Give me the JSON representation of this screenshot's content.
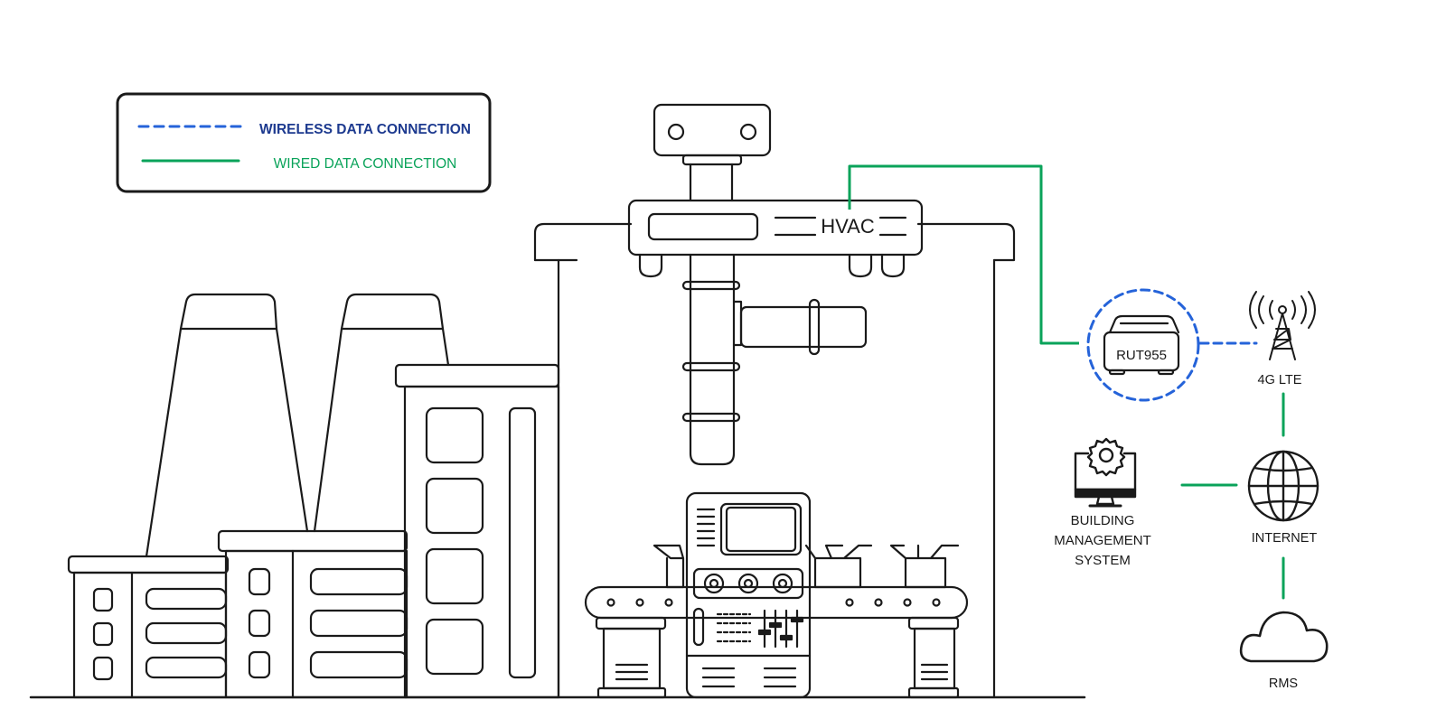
{
  "legend": {
    "wireless_label": "WIRELESS DATA CONNECTION",
    "wired_label": "WIRED DATA CONNECTION"
  },
  "nodes": {
    "hvac_label": "HVAC",
    "router_label": "RUT955",
    "tower_label": "4G LTE",
    "bms_label_line1": "BUILDING",
    "bms_label_line2": "MANAGEMENT",
    "bms_label_line3": "SYSTEM",
    "internet_label": "INTERNET",
    "rms_label": "RMS"
  },
  "colors": {
    "wireless": "#2563d9",
    "wired": "#0aa35a",
    "wireless_text": "#1d3a8f",
    "wired_text": "#0aa35a",
    "line_art": "#1a1a1a"
  },
  "icons": {
    "router": "router-icon",
    "tower": "cell-tower-icon",
    "bms": "monitor-gear-icon",
    "internet": "globe-icon",
    "rms": "cloud-icon"
  }
}
